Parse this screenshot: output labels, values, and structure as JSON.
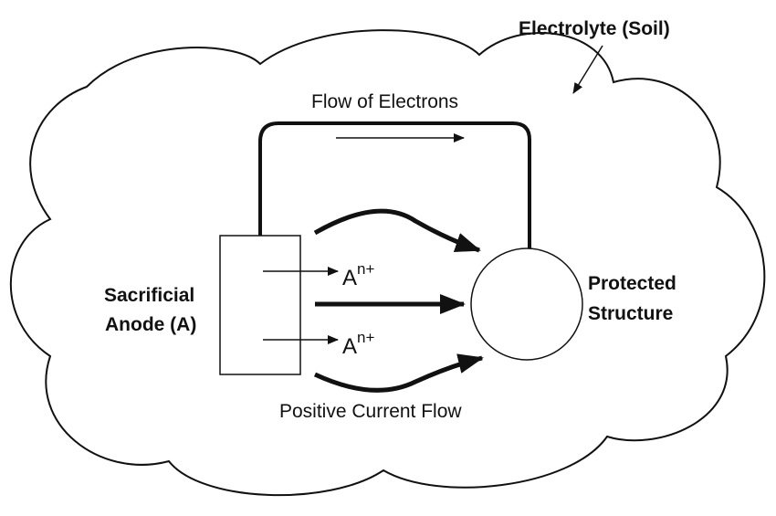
{
  "electrolyte_label": "Electrolyte (Soil)",
  "electron_flow_label": "Flow of Electrons",
  "anode_label_line1": "Sacrificial",
  "anode_label_line2": "Anode (A)",
  "structure_label_line1": "Protected",
  "structure_label_line2": "Structure",
  "ion_symbol": "A",
  "ion_charge": "n+",
  "current_flow_label": "Positive Current Flow"
}
